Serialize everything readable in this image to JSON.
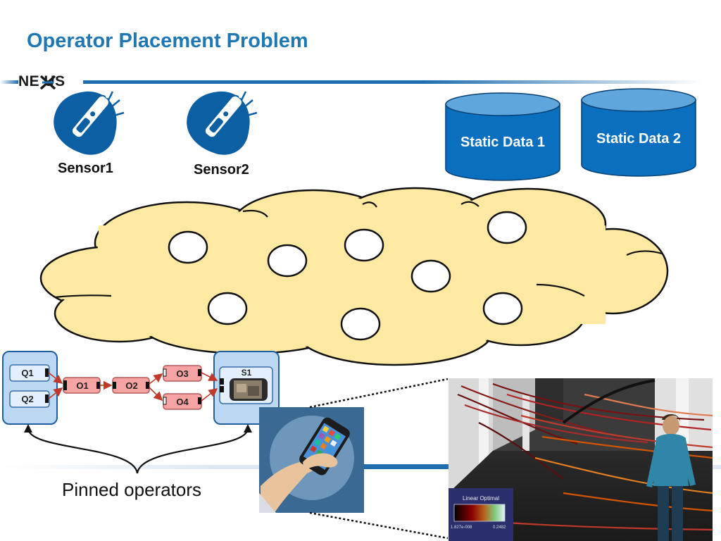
{
  "slide": {
    "title": "Operator Placement Problem",
    "logo_text": "NE  US"
  },
  "sensors": [
    {
      "label": "Sensor1",
      "icon": "thermometer-icon"
    },
    {
      "label": "Sensor2",
      "icon": "thermometer-icon"
    }
  ],
  "databases": [
    {
      "label": "Static Data 1",
      "icon": "database-cylinder"
    },
    {
      "label": "Static Data 2",
      "icon": "database-cylinder"
    }
  ],
  "graph": {
    "query_operators": [
      "Q1",
      "Q2"
    ],
    "operators": [
      "O1",
      "O2",
      "O3",
      "O4"
    ],
    "sink": "S1"
  },
  "annotation": {
    "pinned_label": "Pinned operators"
  },
  "visualization": {
    "legend_title": "Linear Optimal",
    "legend_min": "1.827e-008",
    "legend_max": "0.2482"
  },
  "colors": {
    "title_blue": "#1f78b4",
    "db_fill": "#0b6fbf",
    "cloud_fill": "#fde9a2",
    "operator_pink": "#f5a3a3",
    "group_blue": "#bcd7f2"
  }
}
